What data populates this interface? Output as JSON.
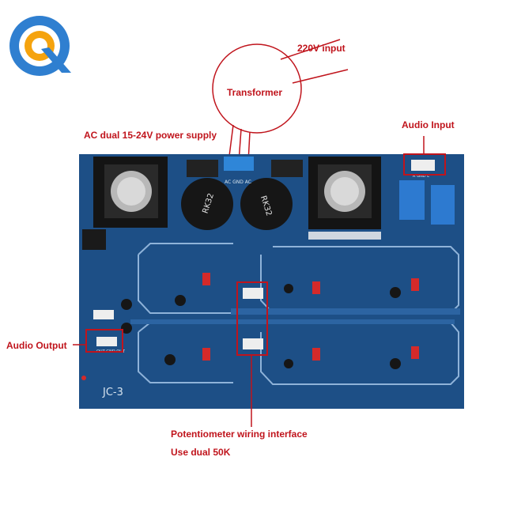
{
  "labels": {
    "input_220v": "220V input",
    "transformer": "Transformer",
    "ac_supply": "AC dual 15-24V power supply",
    "audio_input": "Audio Input",
    "audio_output": "Audio  Output",
    "pot_interface": "Potentiometer wiring interface",
    "pot_note": "Use dual 50K"
  },
  "board": {
    "name": "JC-3",
    "terminal_pins": "AC GND AC",
    "input_pins": "R GND L",
    "output_pins": "OUT GND OUT",
    "left_capacitor": "RK32",
    "right_capacitor": "RK32"
  },
  "colors": {
    "accent": "#c0141c",
    "pcb": "#1d4f86",
    "logo_blue": "#2f7fd0",
    "logo_orange": "#f5a30e"
  }
}
